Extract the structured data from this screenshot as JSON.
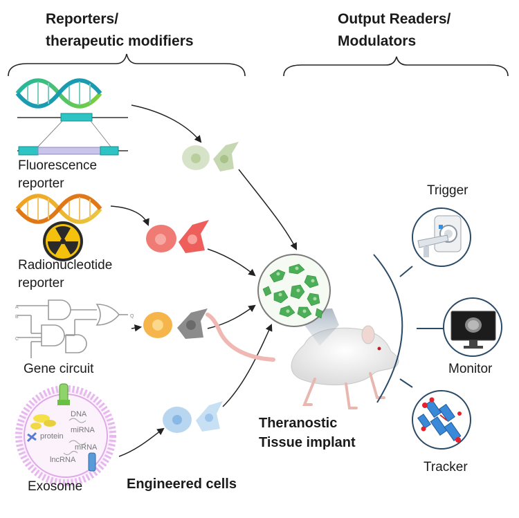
{
  "headings": {
    "left_line1": "Reporters/",
    "left_line2": "therapeutic modifiers",
    "right_line1": "Output Readers/",
    "right_line2": "Modulators"
  },
  "inputs": {
    "fluorescence_line1": "Fluorescence",
    "fluorescence_line2": "reporter",
    "radio_line1": "Radionucleotide",
    "radio_line2": "reporter",
    "gene_circuit": "Gene circuit",
    "exosome": "Exosome"
  },
  "exosome_labels": {
    "dna": "DNA",
    "mirna": "miRNA",
    "protein": "protein",
    "mrna": "mRNA",
    "lncrna": "lncRNA"
  },
  "center": {
    "engineered_cells": "Engineered cells",
    "implant_line1": "Theranostic",
    "implant_line2": "Tissue implant"
  },
  "outputs": {
    "trigger": "Trigger",
    "monitor": "Monitor",
    "tracker": "Tracker"
  },
  "colors": {
    "green_cell": "#c9d9b8",
    "red_cell": "#f07a74",
    "orange_cell": "#f5b54a",
    "grey_cell": "#8a8a8a",
    "blue_cell": "#b9d6f0",
    "implant_green": "#4caf58",
    "dna_teal": "#20b8a4",
    "dna_orange": "#f0a020",
    "radiation_yellow": "#f4c20d",
    "exosome_purple": "#e6b8ee"
  }
}
